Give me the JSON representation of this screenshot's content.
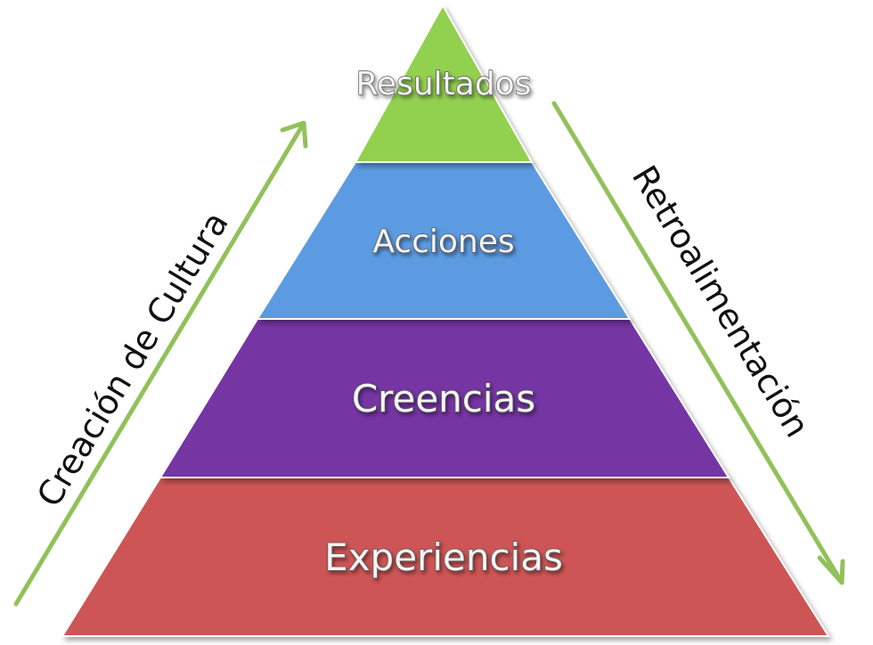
{
  "pyramid": {
    "layers": [
      {
        "label": "Resultados",
        "color": "#92d050"
      },
      {
        "label": "Acciones",
        "color": "#5b9be1"
      },
      {
        "label": "Creencias",
        "color": "#7535a3"
      },
      {
        "label": "Experiencias",
        "color": "#cd5454"
      }
    ]
  },
  "arrows": {
    "left_label": "Creación de Cultura",
    "right_label": "Retroalimentación",
    "color": "#92c15a"
  }
}
